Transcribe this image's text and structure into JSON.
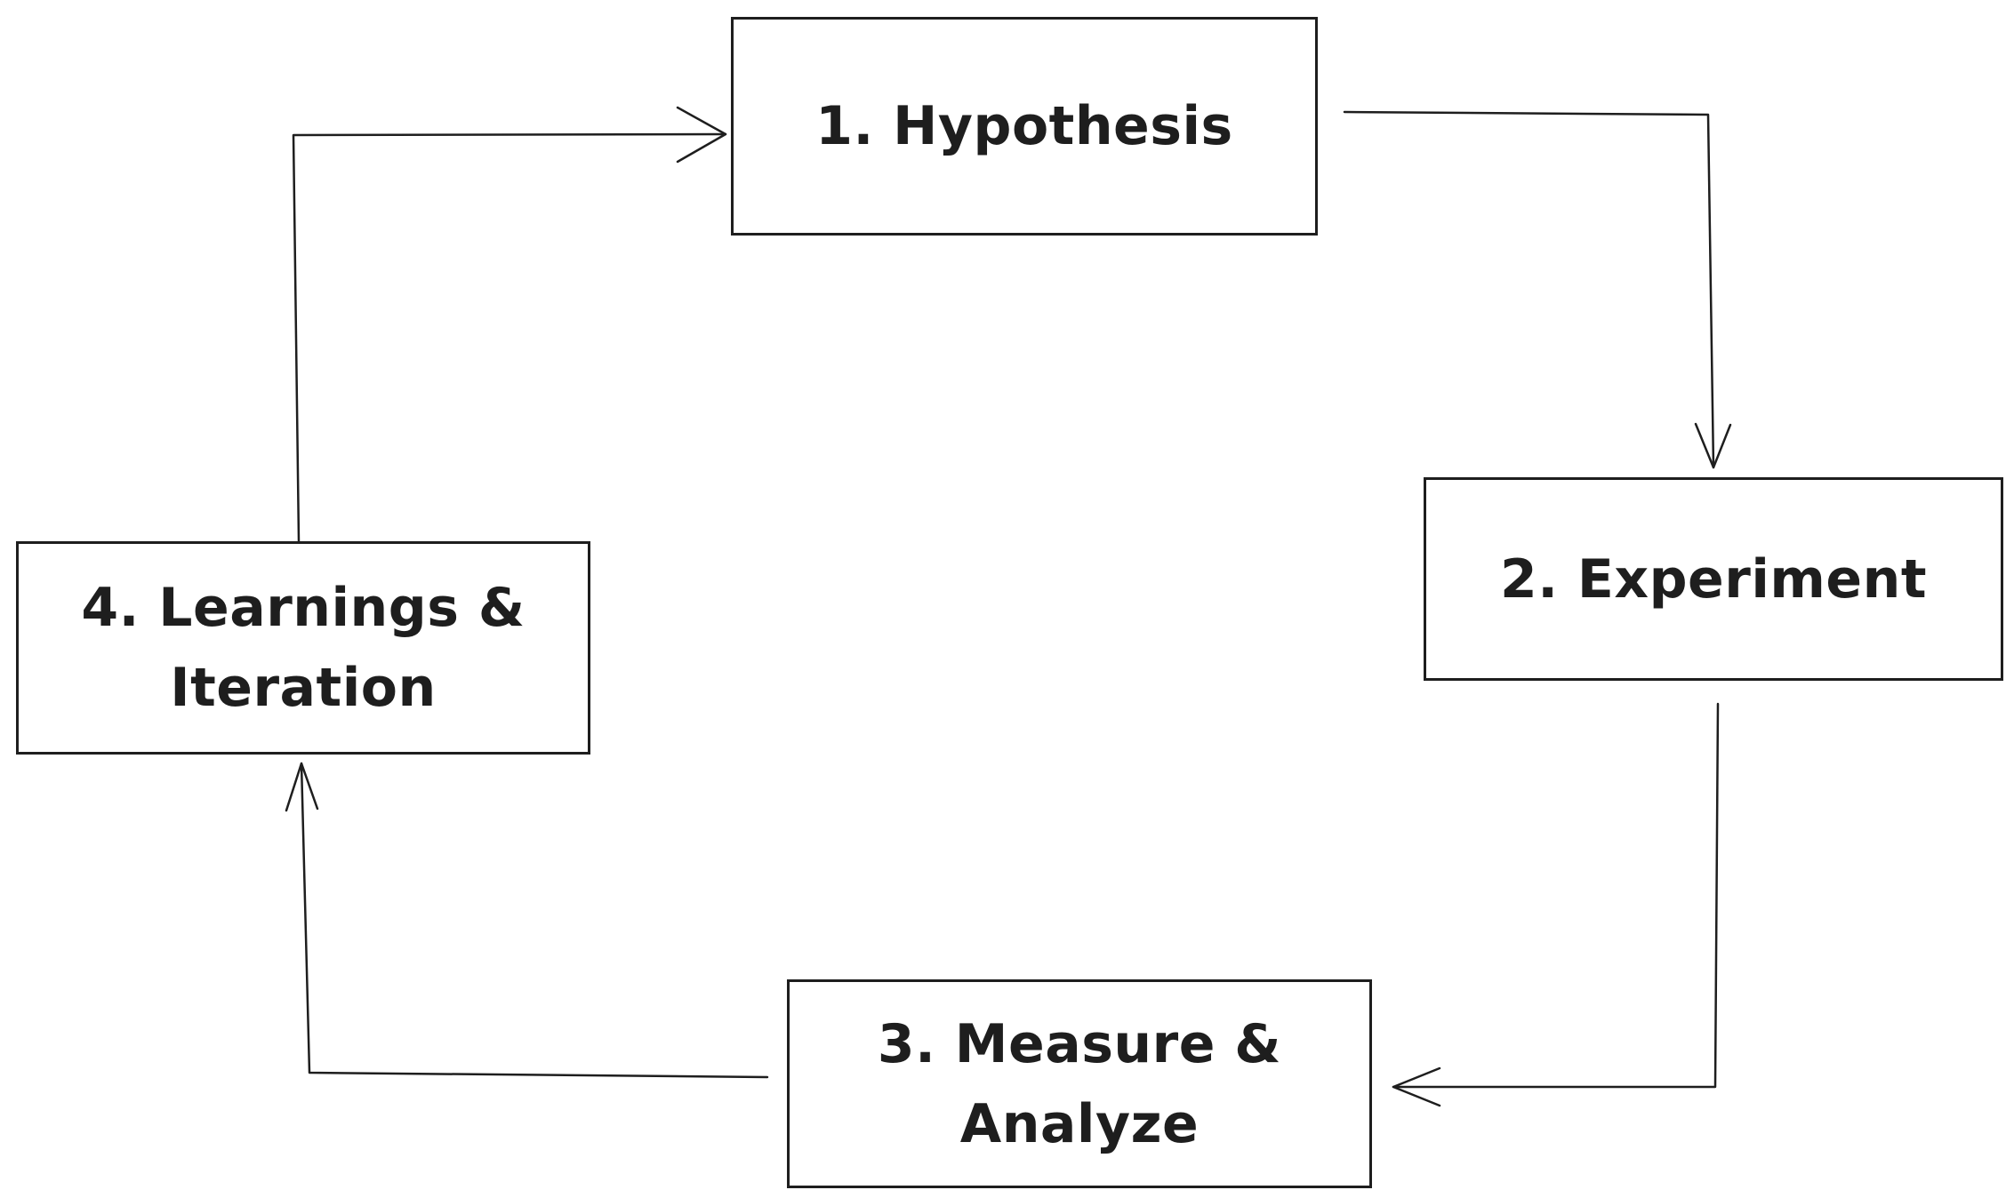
{
  "canvas": {
    "background": "#ffffff",
    "stroke_color": "#1e1e1e",
    "text_color": "#1e1e1e"
  },
  "diagram": {
    "type": "cycle-flowchart",
    "style": "hand-drawn-whiteboard",
    "nodes": [
      {
        "id": "hypothesis",
        "label": "1. Hypothesis",
        "lines": [
          "1. Hypothesis"
        ]
      },
      {
        "id": "experiment",
        "label": "2. Experiment",
        "lines": [
          "2. Experiment"
        ]
      },
      {
        "id": "measure-analyze",
        "label": "3. Measure & Analyze",
        "lines": [
          "3. Measure &",
          "Analyze"
        ]
      },
      {
        "id": "learnings-iteration",
        "label": "4. Learnings & Iteration",
        "lines": [
          "4. Learnings &",
          "Iteration"
        ]
      }
    ],
    "edges": [
      {
        "from": "hypothesis",
        "to": "experiment"
      },
      {
        "from": "experiment",
        "to": "measure-analyze"
      },
      {
        "from": "measure-analyze",
        "to": "learnings-iteration"
      },
      {
        "from": "learnings-iteration",
        "to": "hypothesis"
      }
    ]
  }
}
